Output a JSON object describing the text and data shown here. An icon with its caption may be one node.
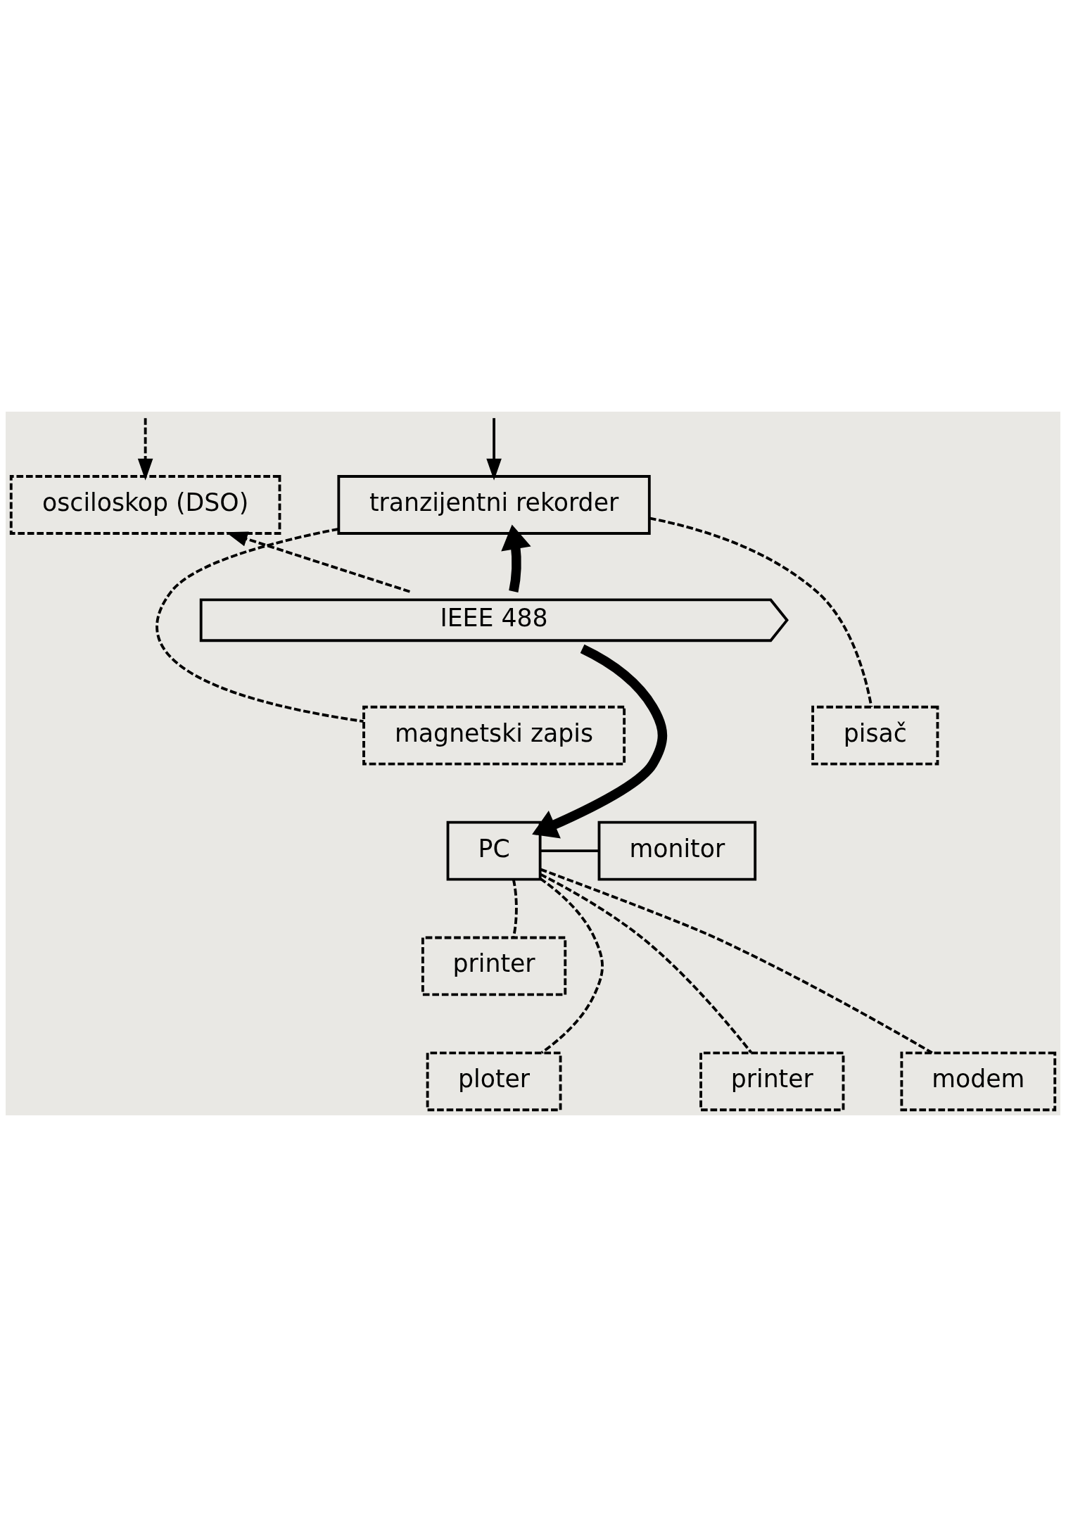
{
  "diagram": {
    "nodes": [
      {
        "text": [
          "tranzijentni rekorder"
        ]
      },
      {
        "text": [
          "osciloskop (DSO)"
        ]
      },
      {
        "text": [
          "IEEE 488"
        ]
      },
      {
        "text": [
          "magnetski zapis"
        ]
      },
      {
        "text": [
          "pisač"
        ]
      },
      {
        "text": [
          "PC"
        ]
      },
      {
        "text": [
          "monitor"
        ]
      },
      {
        "text": [
          "printer"
        ]
      },
      {
        "text": [
          "ploter"
        ]
      },
      {
        "text": [
          "printer"
        ]
      },
      {
        "text": [
          "modem"
        ]
      }
    ],
    "edges": [
      {
        "from": null,
        "to": 0,
        "arrow": "to"
      },
      {
        "from": null,
        "to": 1,
        "arrow": "to",
        "style": "dashed"
      },
      {
        "from": 2,
        "to": 0,
        "arrow": "to",
        "style": "thick"
      },
      {
        "from": 2,
        "to": 1,
        "arrow": "to",
        "style": "dashed"
      },
      {
        "from": 2,
        "to": 5,
        "arrow": "to",
        "style": "thick"
      },
      {
        "from": 0,
        "to": 3,
        "arrow": "none",
        "style": "dashed"
      },
      {
        "from": 0,
        "to": 4,
        "arrow": "none",
        "style": "dashed"
      },
      {
        "from": 5,
        "to": 6,
        "arrow": "none"
      },
      {
        "from": 5,
        "to": 7,
        "arrow": "none",
        "style": "dashed"
      },
      {
        "from": 5,
        "to": 8,
        "arrow": "none",
        "style": "dashed"
      },
      {
        "from": 5,
        "to": 9,
        "arrow": "none",
        "style": "dashed"
      },
      {
        "from": 5,
        "to": 10,
        "arrow": "none",
        "style": "dashed"
      }
    ]
  }
}
